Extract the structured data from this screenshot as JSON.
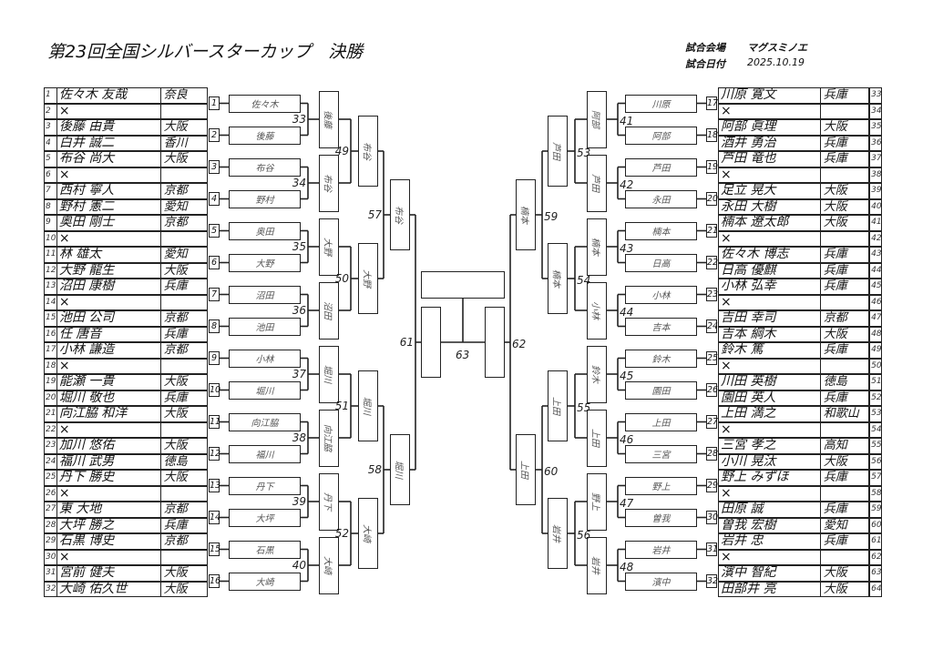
{
  "header": {
    "title": "第23回全国シルバースターカップ　決勝",
    "venue_label": "試合会場",
    "venue": "マグスミノエ",
    "date_label": "試合日付",
    "date": "2025.10.19"
  },
  "players": [
    {
      "no": "1",
      "name": "佐々木 友哉",
      "pref": "奈良"
    },
    {
      "no": "2",
      "name": "×",
      "pref": ""
    },
    {
      "no": "3",
      "name": "後藤 由貴",
      "pref": "大阪"
    },
    {
      "no": "4",
      "name": "白井 誠二",
      "pref": "香川"
    },
    {
      "no": "5",
      "name": "布谷 尚大",
      "pref": "大阪"
    },
    {
      "no": "6",
      "name": "×",
      "pref": ""
    },
    {
      "no": "7",
      "name": "西村 寧人",
      "pref": "京都"
    },
    {
      "no": "8",
      "name": "野村 憲二",
      "pref": "愛知"
    },
    {
      "no": "9",
      "name": "奥田 剛士",
      "pref": "京都"
    },
    {
      "no": "10",
      "name": "×",
      "pref": ""
    },
    {
      "no": "11",
      "name": "林 雄太",
      "pref": "愛知"
    },
    {
      "no": "12",
      "name": "大野 龍生",
      "pref": "大阪"
    },
    {
      "no": "13",
      "name": "沼田 康樹",
      "pref": "兵庫"
    },
    {
      "no": "14",
      "name": "×",
      "pref": ""
    },
    {
      "no": "15",
      "name": "池田 公司",
      "pref": "京都"
    },
    {
      "no": "16",
      "name": "任 唐音",
      "pref": "兵庫"
    },
    {
      "no": "17",
      "name": "小林 謙造",
      "pref": "京都"
    },
    {
      "no": "18",
      "name": "×",
      "pref": ""
    },
    {
      "no": "19",
      "name": "能瀬 一貴",
      "pref": "大阪"
    },
    {
      "no": "20",
      "name": "堀川 敬也",
      "pref": "兵庫"
    },
    {
      "no": "21",
      "name": "向江脇 和洋",
      "pref": "大阪"
    },
    {
      "no": "22",
      "name": "×",
      "pref": ""
    },
    {
      "no": "23",
      "name": "加川 悠佑",
      "pref": "大阪"
    },
    {
      "no": "24",
      "name": "福川 武男",
      "pref": "徳島"
    },
    {
      "no": "25",
      "name": "丹下 勝史",
      "pref": "大阪"
    },
    {
      "no": "26",
      "name": "×",
      "pref": ""
    },
    {
      "no": "27",
      "name": "東 大地",
      "pref": "京都"
    },
    {
      "no": "28",
      "name": "大坪 勝之",
      "pref": "兵庫"
    },
    {
      "no": "29",
      "name": "石黒 博史",
      "pref": "京都"
    },
    {
      "no": "30",
      "name": "×",
      "pref": ""
    },
    {
      "no": "31",
      "name": "宮前 健夫",
      "pref": "大阪"
    },
    {
      "no": "32",
      "name": "大崎 佑久世",
      "pref": "大阪"
    },
    {
      "no": "33",
      "name": "川原 寛文",
      "pref": "兵庫"
    },
    {
      "no": "34",
      "name": "×",
      "pref": ""
    },
    {
      "no": "35",
      "name": "阿部 眞理",
      "pref": "大阪"
    },
    {
      "no": "36",
      "name": "酒井 勇治",
      "pref": "兵庫"
    },
    {
      "no": "37",
      "name": "芦田 竜也",
      "pref": "兵庫"
    },
    {
      "no": "38",
      "name": "×",
      "pref": ""
    },
    {
      "no": "39",
      "name": "足立 晃大",
      "pref": "大阪"
    },
    {
      "no": "40",
      "name": "永田 大樹",
      "pref": "大阪"
    },
    {
      "no": "41",
      "name": "楠本 遼太郎",
      "pref": "大阪"
    },
    {
      "no": "42",
      "name": "×",
      "pref": ""
    },
    {
      "no": "43",
      "name": "佐々木 博志",
      "pref": "兵庫"
    },
    {
      "no": "44",
      "name": "日高 優麒",
      "pref": "兵庫"
    },
    {
      "no": "45",
      "name": "小林 弘幸",
      "pref": "兵庫"
    },
    {
      "no": "46",
      "name": "×",
      "pref": ""
    },
    {
      "no": "47",
      "name": "吉田 幸司",
      "pref": "京都"
    },
    {
      "no": "48",
      "name": "吉本 綱木",
      "pref": "大阪"
    },
    {
      "no": "49",
      "name": "鈴木 篤",
      "pref": "兵庫"
    },
    {
      "no": "50",
      "name": "×",
      "pref": ""
    },
    {
      "no": "51",
      "name": "川田 英樹",
      "pref": "徳島"
    },
    {
      "no": "52",
      "name": "園田 英人",
      "pref": "兵庫"
    },
    {
      "no": "53",
      "name": "上田 満之",
      "pref": "和歌山"
    },
    {
      "no": "54",
      "name": "×",
      "pref": ""
    },
    {
      "no": "55",
      "name": "三宮 孝之",
      "pref": "高知"
    },
    {
      "no": "56",
      "name": "小川 晃汰",
      "pref": "大阪"
    },
    {
      "no": "57",
      "name": "野上 みずほ",
      "pref": "兵庫"
    },
    {
      "no": "58",
      "name": "×",
      "pref": ""
    },
    {
      "no": "59",
      "name": "田原 誠",
      "pref": "兵庫"
    },
    {
      "no": "60",
      "name": "曽我 宏樹",
      "pref": "愛知"
    },
    {
      "no": "61",
      "name": "岩井 忠",
      "pref": "兵庫"
    },
    {
      "no": "62",
      "name": "×",
      "pref": ""
    },
    {
      "no": "63",
      "name": "濱中 智紀",
      "pref": "大阪"
    },
    {
      "no": "64",
      "name": "田部井 亮",
      "pref": "大阪"
    }
  ],
  "round1": [
    {
      "no": "1",
      "winner": "佐々木"
    },
    {
      "no": "2",
      "winner": "後藤"
    },
    {
      "no": "3",
      "winner": "布谷"
    },
    {
      "no": "4",
      "winner": "野村"
    },
    {
      "no": "5",
      "winner": "奥田"
    },
    {
      "no": "6",
      "winner": "大野"
    },
    {
      "no": "7",
      "winner": "沼田"
    },
    {
      "no": "8",
      "winner": "池田"
    },
    {
      "no": "9",
      "winner": "小林"
    },
    {
      "no": "10",
      "winner": "堀川"
    },
    {
      "no": "11",
      "winner": "向江脇"
    },
    {
      "no": "12",
      "winner": "福川"
    },
    {
      "no": "13",
      "winner": "丹下"
    },
    {
      "no": "14",
      "winner": "大坪"
    },
    {
      "no": "15",
      "winner": "石黒"
    },
    {
      "no": "16",
      "winner": "大崎"
    },
    {
      "no": "17",
      "winner": "川原"
    },
    {
      "no": "18",
      "winner": "阿部"
    },
    {
      "no": "19",
      "winner": "芦田"
    },
    {
      "no": "20",
      "winner": "永田"
    },
    {
      "no": "21",
      "winner": "楠本"
    },
    {
      "no": "22",
      "winner": "日高"
    },
    {
      "no": "23",
      "winner": "小林"
    },
    {
      "no": "24",
      "winner": "吉本"
    },
    {
      "no": "25",
      "winner": "鈴木"
    },
    {
      "no": "26",
      "winner": "園田"
    },
    {
      "no": "27",
      "winner": "上田"
    },
    {
      "no": "28",
      "winner": "三宮"
    },
    {
      "no": "29",
      "winner": "野上"
    },
    {
      "no": "30",
      "winner": "曽我"
    },
    {
      "no": "31",
      "winner": "岩井"
    },
    {
      "no": "32",
      "winner": "濱中"
    }
  ],
  "round2": [
    {
      "no": "33",
      "winner": "後藤"
    },
    {
      "no": "34",
      "winner": "布谷"
    },
    {
      "no": "35",
      "winner": "大野"
    },
    {
      "no": "36",
      "winner": "沼田"
    },
    {
      "no": "37",
      "winner": "堀川"
    },
    {
      "no": "38",
      "winner": "向江脇"
    },
    {
      "no": "39",
      "winner": "丹下"
    },
    {
      "no": "40",
      "winner": "大崎"
    },
    {
      "no": "41",
      "winner": "阿部"
    },
    {
      "no": "42",
      "winner": "芦田"
    },
    {
      "no": "43",
      "winner": "楠本"
    },
    {
      "no": "44",
      "winner": "小林"
    },
    {
      "no": "45",
      "winner": "鈴木"
    },
    {
      "no": "46",
      "winner": "上田"
    },
    {
      "no": "47",
      "winner": "野上"
    },
    {
      "no": "48",
      "winner": "岩井"
    }
  ],
  "round3": [
    {
      "no": "49",
      "winner": "布谷"
    },
    {
      "no": "50",
      "winner": "大野"
    },
    {
      "no": "51",
      "winner": "堀川"
    },
    {
      "no": "52",
      "winner": "大崎"
    },
    {
      "no": "53",
      "winner": "芦田"
    },
    {
      "no": "54",
      "winner": "楠本"
    },
    {
      "no": "55",
      "winner": "上田"
    },
    {
      "no": "56",
      "winner": "岩井"
    }
  ],
  "round4": [
    {
      "no": "57",
      "winner": "布谷"
    },
    {
      "no": "58",
      "winner": "堀川"
    },
    {
      "no": "59",
      "winner": "楠本"
    },
    {
      "no": "60",
      "winner": "上田"
    }
  ],
  "semifinal": [
    {
      "no": "61",
      "winner": ""
    },
    {
      "no": "62",
      "winner": ""
    }
  ],
  "final": {
    "no": "63",
    "winner": ""
  }
}
